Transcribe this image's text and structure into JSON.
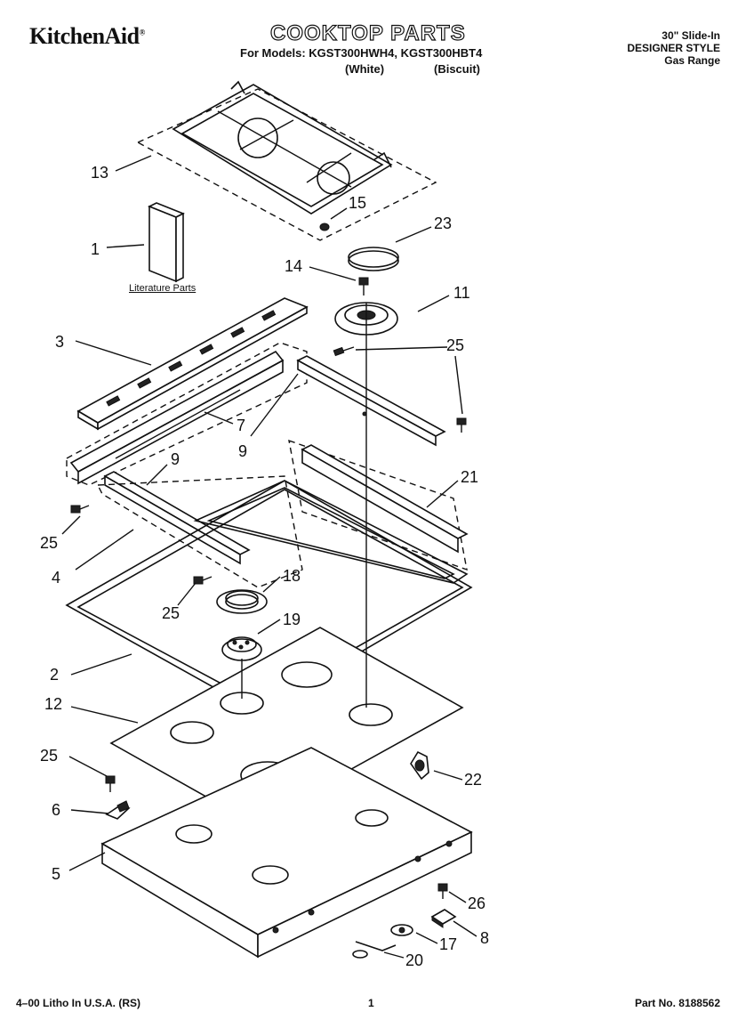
{
  "header": {
    "brand": "KitchenAid",
    "trademark": "®",
    "title": "COOKTOP PARTS",
    "models_line": "For Models: KGST300HWH4, KGST300HBT4",
    "variant_white": "(White)",
    "variant_biscuit": "(Biscuit)"
  },
  "product": {
    "size": "30\" Slide-In",
    "style": "DESIGNER STYLE",
    "type": "Gas Range"
  },
  "literature_label": "Literature Parts",
  "callouts": {
    "c13": "13",
    "c15": "15",
    "c23": "23",
    "c1": "1",
    "c14": "14",
    "c11": "11",
    "c3": "3",
    "c25a": "25",
    "c25b": "25",
    "c7": "7",
    "c9a": "9",
    "c9b": "9",
    "c21": "21",
    "c25c": "25",
    "c4": "4",
    "c18": "18",
    "c25d": "25",
    "c19": "19",
    "c2": "2",
    "c12": "12",
    "c25e": "25",
    "c22": "22",
    "c6": "6",
    "c5": "5",
    "c26": "26",
    "c17": "17",
    "c8": "8",
    "c20": "20"
  },
  "footer": {
    "litho": "4–00 Litho In U.S.A. (RS)",
    "page": "1",
    "part_no": "Part No. 8188562"
  }
}
